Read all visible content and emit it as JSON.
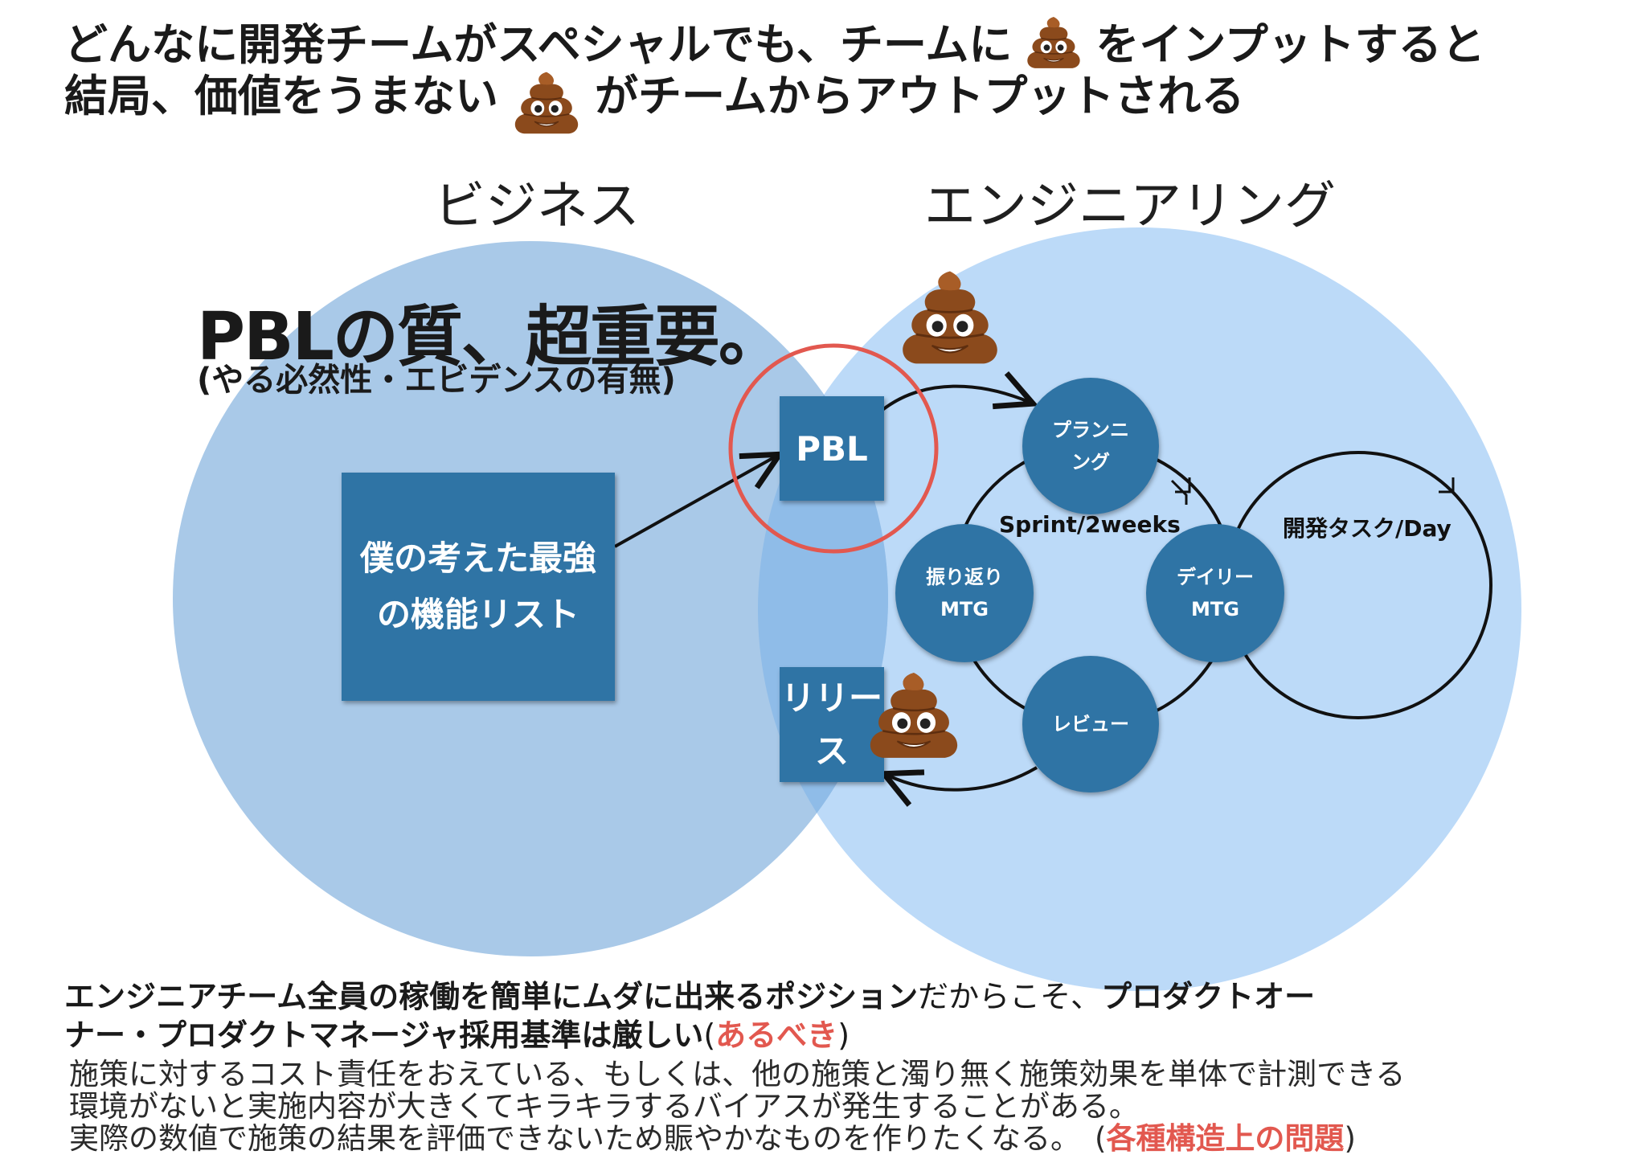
{
  "headline": {
    "line1_part1": "どんなに開発チームがスペシャルでも、チームに",
    "line1_part2": "をインプットすると",
    "line2_part1": "結局、価値をうまない",
    "line2_part2": "がチームからアウトプットされる"
  },
  "labels": {
    "business": "ビジネス",
    "engineering": "エンジニアリング"
  },
  "pbl_quality": {
    "title": "PBLの質、超重要。",
    "subtitle": "(やる必然性・エビデンスの有無)"
  },
  "boxes": {
    "feature_list_line1": "僕の考えた最強",
    "feature_list_line2": "の機能リスト",
    "pbl": "PBL",
    "release_line1": "リリー",
    "release_line2": "ス"
  },
  "cycle": {
    "planning_line1": "プランニ",
    "planning_line2": "ング",
    "retro_line1": "振り返り",
    "retro_line2": "MTG",
    "daily_line1": "デイリー",
    "daily_line2": "MTG",
    "review": "レビュー",
    "sprint_label": "Sprint/2weeks",
    "dev_task_label": "開発タスク/Day"
  },
  "bottom": {
    "line1_bold": "エンジニアチーム全員の稼働を簡単にムダに出来るポジション",
    "line1_normal": "だからこそ、",
    "line1_bold2": "プロダクトオー",
    "line2_bold": "ナー・プロダクトマネージャ採用基準は厳しい",
    "line2_paren_open": "(",
    "line2_red": "あるべき",
    "line2_paren_close": ")",
    "line3": "施策に対するコスト責任をおえている、もしくは、他の施策と濁り無く施策効果を単体で計測できる",
    "line4": "環境がないと実施内容が大きくてキラキラするバイアスが発生することがある。",
    "line5": "実際の数値で施策の結果を評価できないため賑やかなものを作りたくなる。",
    "line5_paren_open": "(",
    "line5_red": "各種構造上の問題",
    "line5_paren_close": ")"
  },
  "icons": [
    "poop-emoji-icon",
    "arrow-icon"
  ],
  "colors": {
    "business_circle": "#a9c9e8",
    "engineering_circle": "#bcdaf8",
    "overlap": "#8fbce8",
    "node": "#2f74a5",
    "highlight_ring": "#e2584f",
    "accent_red": "#e2584f"
  }
}
